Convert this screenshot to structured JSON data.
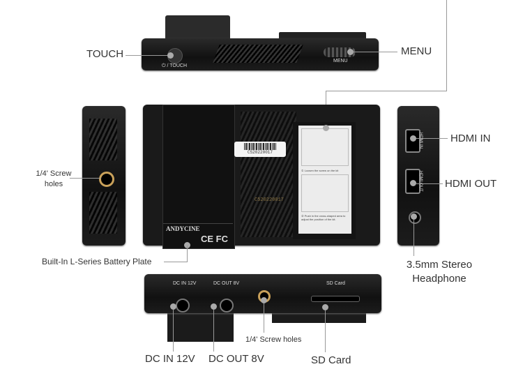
{
  "top_view": {
    "touch_label": "TOUCH",
    "touch_printed": "⏻ / TOUCH",
    "menu_label": "MENU",
    "menu_printed": "MENU"
  },
  "left_view": {
    "screw_label": "1/4' Screw holes"
  },
  "back_view": {
    "battery_plate_label": "Built-In L-Series Battery Plate",
    "serial": "C520220017",
    "brand": "ANDYCINE",
    "card_step1": "① Loosen the screw on the kit",
    "card_step2": "② Push in the cross-shaped area to adjust the position of the kit.",
    "cert": "CE FC"
  },
  "right_view": {
    "hdmi_in_label": "HDMI IN",
    "hdmi_out_label": "HDMI OUT",
    "hdmi_in_printed": "HDMI IN",
    "hdmi_out_printed": "HDMI OUT",
    "headphone_label_line1": "3.5mm Stereo",
    "headphone_label_line2": "Headphone"
  },
  "bottom_view": {
    "dc_in_printed": "DC IN 12V",
    "dc_out_printed": "DC OUT 8V",
    "sd_printed": "SD Card",
    "dc_in_label": "DC IN 12V",
    "dc_out_label": "DC OUT 8V",
    "screw_label": "1/4' Screw holes",
    "sd_label": "SD Card"
  }
}
